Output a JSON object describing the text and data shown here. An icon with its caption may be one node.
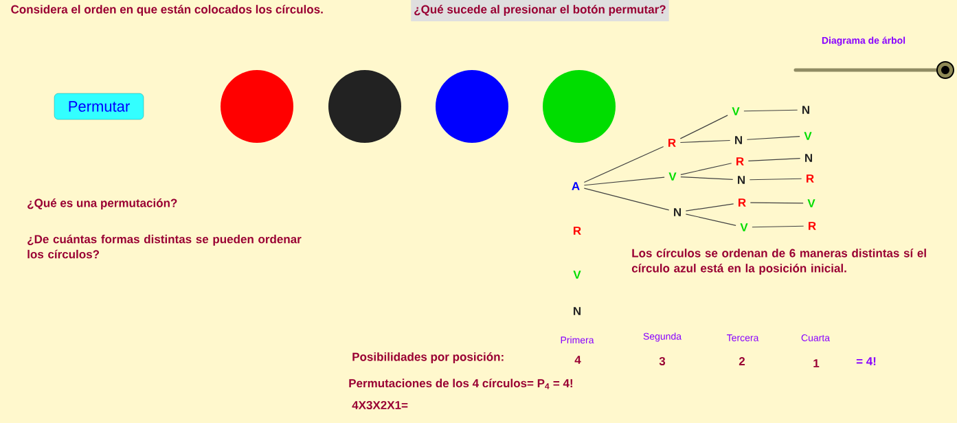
{
  "diagram": {
    "title": "Considera el orden en que están colocados los círculos.",
    "nodes": [
      {
        "text": [
          "Permutar"
        ]
      },
      {
        "text": [],
        "shape": "circle"
      },
      {
        "text": [],
        "shape": "circle"
      },
      {
        "text": [],
        "shape": "circle"
      },
      {
        "text": [],
        "shape": "circle"
      },
      {
        "text": [
          "A"
        ]
      },
      {
        "text": [
          "R"
        ]
      },
      {
        "text": [
          "V"
        ]
      },
      {
        "text": [
          "N"
        ]
      },
      {
        "text": [
          "V"
        ]
      },
      {
        "text": [
          "N"
        ]
      },
      {
        "text": [
          "R"
        ]
      },
      {
        "text": [
          "N"
        ]
      },
      {
        "text": [
          "R"
        ]
      },
      {
        "text": [
          "V"
        ]
      },
      {
        "text": [
          "N"
        ]
      },
      {
        "text": [
          "V"
        ]
      },
      {
        "text": [
          "N"
        ]
      },
      {
        "text": [
          "R"
        ]
      },
      {
        "text": [
          "V"
        ]
      },
      {
        "text": [
          "R"
        ]
      }
    ],
    "edges": [
      {
        "from": 5,
        "to": 6,
        "arrow": "none"
      },
      {
        "from": 5,
        "to": 7,
        "arrow": "none"
      },
      {
        "from": 5,
        "to": 8,
        "arrow": "none"
      },
      {
        "from": 6,
        "to": 9,
        "arrow": "none"
      },
      {
        "from": 6,
        "to": 10,
        "arrow": "none"
      },
      {
        "from": 7,
        "to": 11,
        "arrow": "none"
      },
      {
        "from": 7,
        "to": 12,
        "arrow": "none"
      },
      {
        "from": 8,
        "to": 13,
        "arrow": "none"
      },
      {
        "from": 8,
        "to": 14,
        "arrow": "none"
      },
      {
        "from": 9,
        "to": 15,
        "arrow": "none"
      },
      {
        "from": 10,
        "to": 16,
        "arrow": "none"
      },
      {
        "from": 11,
        "to": 17,
        "arrow": "none"
      },
      {
        "from": 12,
        "to": 18,
        "arrow": "none"
      },
      {
        "from": 13,
        "to": 19,
        "arrow": "none"
      },
      {
        "from": 14,
        "to": 20,
        "arrow": "none"
      }
    ],
    "labels": [
      "¿Qué sucede  al presionar el botón permutar?",
      "Diagrama de árbol",
      "¿Qué es una permutación?",
      "¿De cuántas formas distintas se pueden ordenar los círculos?",
      "R",
      "V",
      "N",
      "Los círculos se ordenan de 6 maneras distintas sí el círculo azul está en la posición inicial.",
      "Primera",
      "Segunda",
      "Tercera",
      "Cuarta",
      "Posibilidades por posición:",
      "4",
      "3",
      "2",
      "1",
      "= 4!",
      "Permutaciones de los 4 círculos= P$_{4}$ = 4!",
      "4X3X2X1="
    ]
  }
}
